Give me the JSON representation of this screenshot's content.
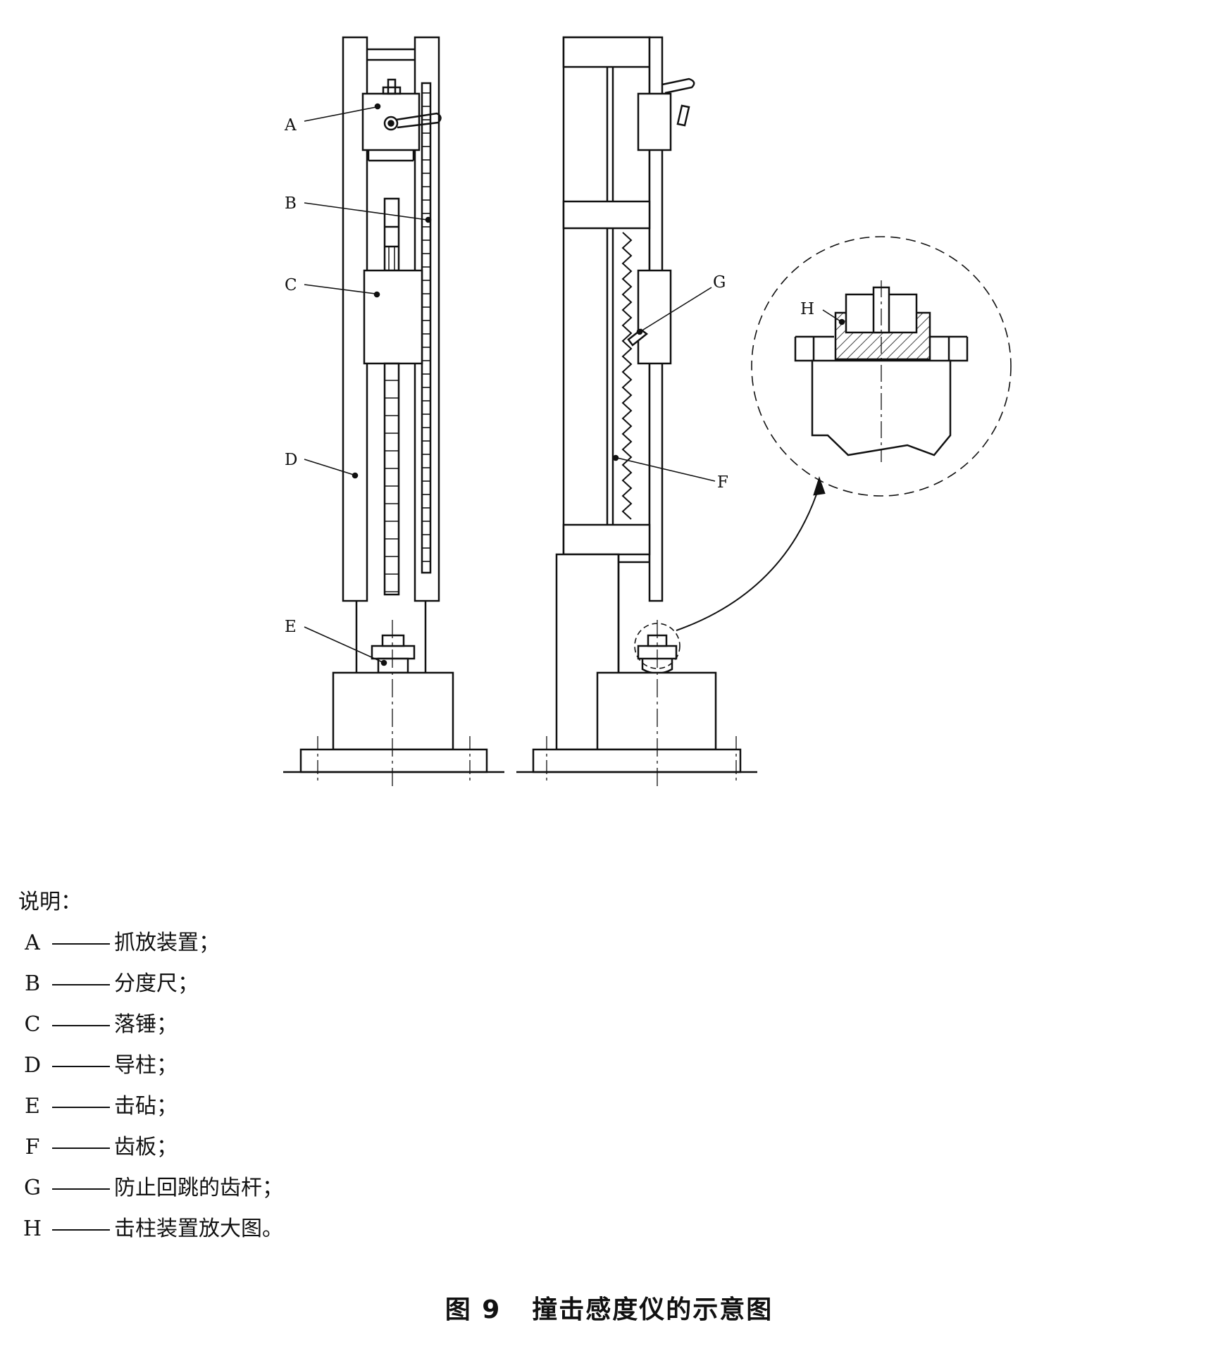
{
  "diagram": {
    "labels": {
      "A": "A",
      "B": "B",
      "C": "C",
      "D": "D",
      "E": "E",
      "F": "F",
      "G": "G",
      "H": "H"
    }
  },
  "legend": {
    "heading": "说明：",
    "items": [
      {
        "key": "A",
        "text": "抓放装置；"
      },
      {
        "key": "B",
        "text": "分度尺；"
      },
      {
        "key": "C",
        "text": "落锤；"
      },
      {
        "key": "D",
        "text": "导柱；"
      },
      {
        "key": "E",
        "text": "击砧；"
      },
      {
        "key": "F",
        "text": "齿板；"
      },
      {
        "key": "G",
        "text": "防止回跳的齿杆；"
      },
      {
        "key": "H",
        "text": "击柱装置放大图。"
      }
    ]
  },
  "caption": {
    "number": "图 9",
    "title": "撞击感度仪的示意图"
  }
}
